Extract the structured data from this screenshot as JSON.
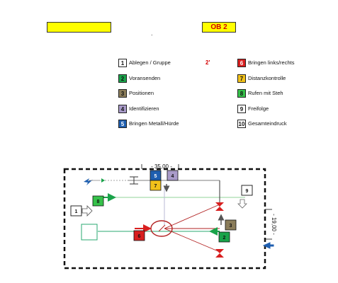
{
  "header": {
    "left_box_text": "",
    "right_box_text": "OB 2",
    "center_mark": ".",
    "minutes_label": "2'"
  },
  "colors": {
    "header_yellow": "#ffff00",
    "title_red": "#d40000",
    "1": "#ffffff",
    "2": "#1aa34a",
    "3": "#8b7d5a",
    "4": "#a99bc9",
    "5": "#1f5fb0",
    "6": "#d81f1f",
    "7": "#f2c21b",
    "8": "#36c24a",
    "9": "#ffffff",
    "10": "#ffffff"
  },
  "legend": [
    {
      "num": "1",
      "label": "Ablegen / Gruppe"
    },
    {
      "num": "2",
      "label": "Voransenden"
    },
    {
      "num": "3",
      "label": "Positionen"
    },
    {
      "num": "4",
      "label": "Identifizieren"
    },
    {
      "num": "5",
      "label": "Bringen Metall/Hürde"
    },
    {
      "num": "6",
      "label": "Bringen links/rechts"
    },
    {
      "num": "7",
      "label": "Distanzkontrolle"
    },
    {
      "num": "8",
      "label": "Rufen mit Steh"
    },
    {
      "num": "9",
      "label": "Freifolge"
    },
    {
      "num": "10",
      "label": "Gesamteindruck"
    }
  ],
  "course": {
    "width_label": "- 35,00 -",
    "height_label": "- 19,00 -",
    "markers": [
      "5",
      "4",
      "7",
      "9",
      "8",
      "1",
      "3",
      "2",
      "6"
    ]
  }
}
